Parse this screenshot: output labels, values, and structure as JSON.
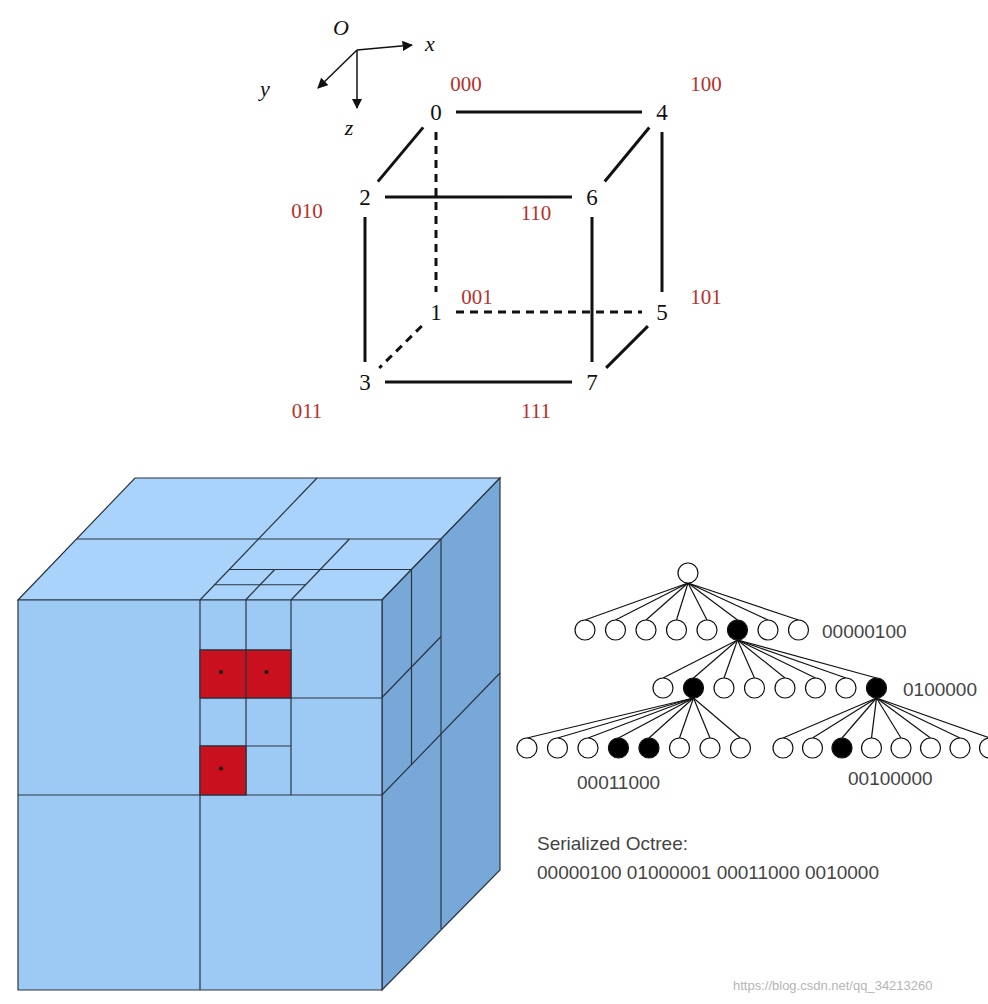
{
  "diagram": {
    "labels": [
      "O",
      "x",
      "y",
      "z",
      "0",
      "000",
      "4",
      "100",
      "2",
      "010",
      "6",
      "110",
      "1",
      "001",
      "5",
      "101",
      "3",
      "011",
      "7",
      "111",
      "00000100",
      "0100000",
      "00011000",
      "00100000",
      "Serialized Octree:",
      "00000100 01000001 00011000 0010000",
      "https://blog.csdn.net/qq_34213260"
    ]
  }
}
